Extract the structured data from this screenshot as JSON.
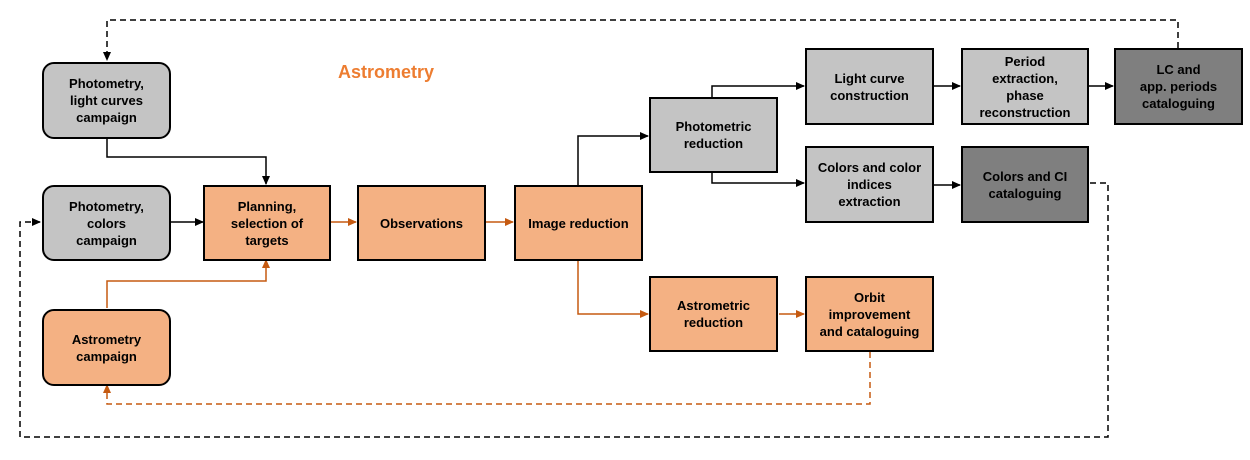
{
  "title": {
    "text": "Astrometry",
    "color": "#ed7d31"
  },
  "colors": {
    "gray": "#c4c4c4",
    "orange": "#f4b183",
    "dark": "#7f7f7f",
    "orange_line": "#c55a11",
    "black_line": "#000000"
  },
  "nodes": {
    "phot_lc_campaign": "Photometry,\nlight curves\ncampaign",
    "phot_colors_campaign": "Photometry,\ncolors\ncampaign",
    "astrometry_campaign": "Astrometry\ncampaign",
    "planning": "Planning,\nselection of\ntargets",
    "observations": "Observations",
    "image_reduction": "Image reduction",
    "photometric_reduction": "Photometric\nreduction",
    "astrometric_reduction": "Astrometric\nreduction",
    "orbit": "Orbit\nimprovement\nand cataloguing",
    "lc_construction": "Light curve\nconstruction",
    "period_extraction": "Period\nextraction,\nphase\nreconstruction",
    "lc_catalog": "LC and\napp. periods\ncataloguing",
    "colors_extraction": "Colors and color\nindices\nextraction",
    "colors_catalog": "Colors and CI\ncataloguing"
  }
}
